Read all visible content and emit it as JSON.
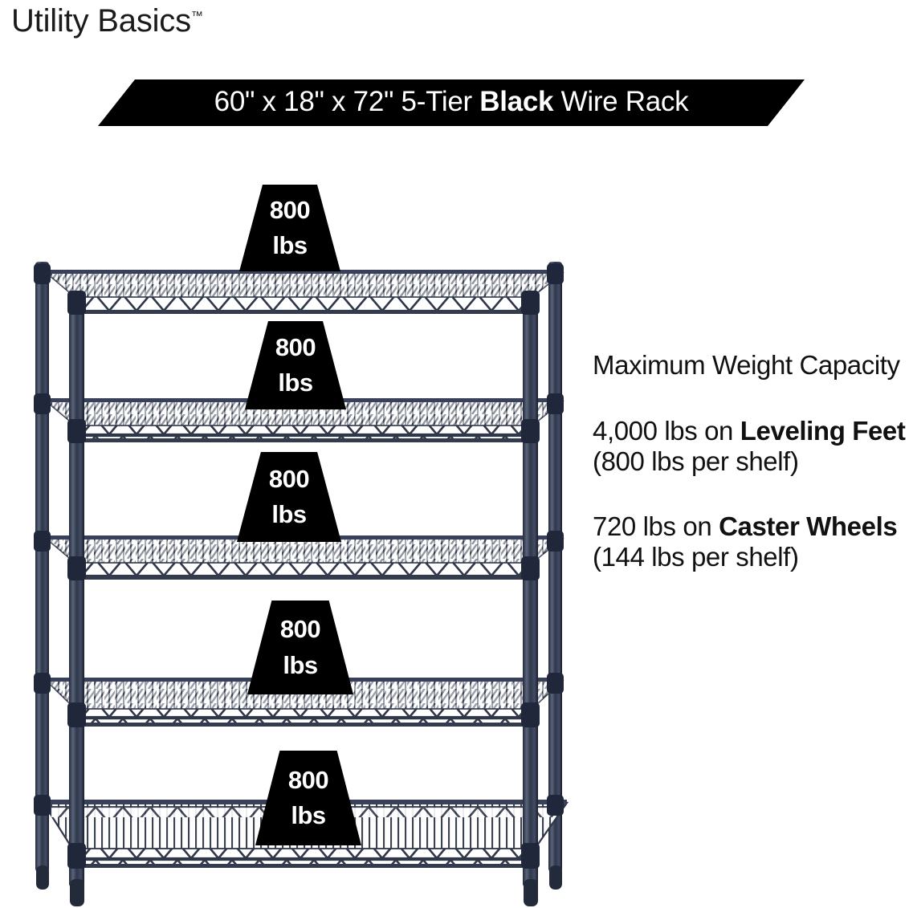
{
  "brand": {
    "name": "Utility Basics",
    "trademark": "™"
  },
  "banner": {
    "prefix": "60\" x 18\" x 72\" 5-Tier ",
    "bold": "Black",
    "suffix": " Wire Rack",
    "background": "#000000",
    "text_color": "#ffffff"
  },
  "info": {
    "heading": "Maximum Weight Capacity",
    "paragraphs": [
      {
        "pre": "4,000 lbs on ",
        "bold": "Leveling Feet",
        "post": " (800 lbs per shelf)"
      },
      {
        "pre": "720 lbs on ",
        "bold": "Caster Wheels",
        "post": " (144 lbs per shelf)"
      }
    ]
  },
  "product": {
    "width_in": "60\"",
    "depth_in": "18\"",
    "height_in": "72\"",
    "tiers": 5,
    "finish": "Black",
    "type": "Wire Rack",
    "post_color": "#2b3244",
    "shelf_wire_color": "#3a4252"
  },
  "callouts": [
    {
      "value": "800",
      "unit": "lbs",
      "shelf": 1
    },
    {
      "value": "800",
      "unit": "lbs",
      "shelf": 2
    },
    {
      "value": "800",
      "unit": "lbs",
      "shelf": 3
    },
    {
      "value": "800",
      "unit": "lbs",
      "shelf": 4
    },
    {
      "value": "800",
      "unit": "lbs",
      "shelf": 5
    }
  ]
}
